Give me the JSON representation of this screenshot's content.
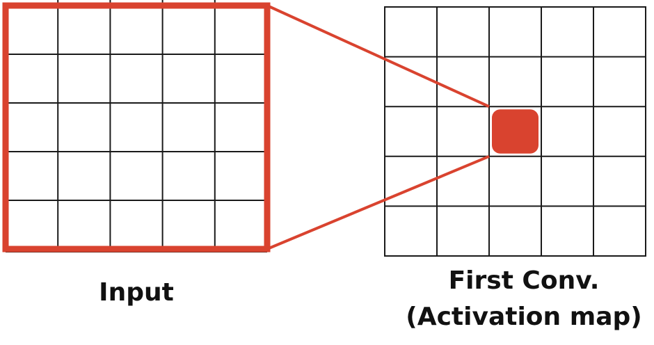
{
  "labels": {
    "input": "Input",
    "conv_line1": "First Conv.",
    "conv_line2": "(Activation map)"
  },
  "diagram": {
    "input_grid": {
      "rows": 5,
      "cols": 5
    },
    "activation_grid": {
      "rows": 5,
      "cols": 5
    },
    "highlighted_cell": {
      "row": 2,
      "col": 2
    }
  },
  "colors": {
    "accent": "#d9432f",
    "grid_line": "#1a1a1a",
    "background": "#ffffff"
  }
}
